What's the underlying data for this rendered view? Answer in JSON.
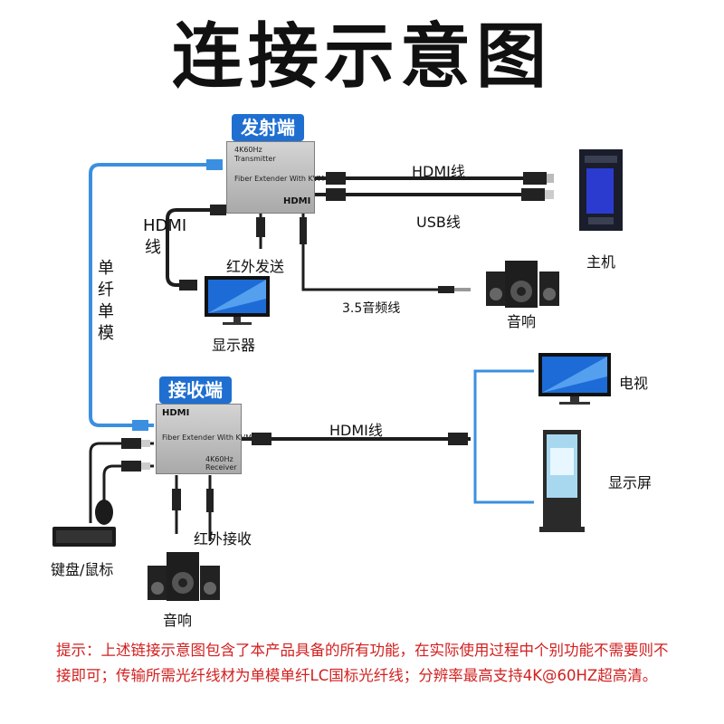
{
  "title": "连接示意图",
  "transmitter": {
    "tag": "发射端",
    "text_line1": "4K60Hz",
    "text_line2": "Transmitter",
    "text_line3": "Fiber Extender With KVM",
    "logo": "HDMI"
  },
  "receiver": {
    "tag": "接收端",
    "logo": "HDMI",
    "text_line1": "Fiber Extender With KVM",
    "text_line2": "4K60Hz",
    "text_line3": "Receiver"
  },
  "labels": {
    "hdmi_cable_top": "HDMI线",
    "usb_cable": "USB线",
    "hdmi_vertical": "HDMI线",
    "ir_send": "红外发送",
    "audio_cable": "3.5音频线",
    "host": "主机",
    "speaker_top": "音响",
    "monitor": "显示器",
    "fiber": "单纤单模",
    "tv": "电视",
    "display_screen": "显示屏",
    "hdmi_cable_mid": "HDMI线",
    "ir_receive": "红外接收",
    "keyboard_mouse": "键盘/鼠标",
    "speaker_bottom": "音响"
  },
  "note": "提示：上述链接示意图包含了本产品具备的所有功能，在实际使用过程中个别功能不需要则不接即可；传输所需光纤线材为单模单纤LC国标光纤线；分辨率最高支持4K@60HZ超高清。",
  "colors": {
    "accent": "#1f6fd1",
    "note": "#d21f1f",
    "fiber": "#3b8fe0"
  }
}
